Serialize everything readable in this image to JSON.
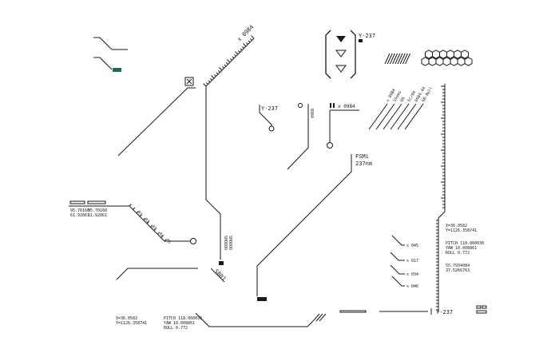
{
  "colors": {
    "ink": "#1a1a1a",
    "accent": "#1f6b5a",
    "background": "#ffffff"
  },
  "labels": {
    "coord_top": "x 0984",
    "y_top": "Y-237",
    "y_mid": "Y-237",
    "coord_mid": "x 0984",
    "fsm_line1": "FSMi",
    "fsm_line2": "237nm",
    "small_vertical": "0984",
    "ruler_vertical": "SHOOOO",
    "diagonal_row": [
      "x 0984",
      "15ems",
      "09",
      "5C/84",
      "0984.44",
      "60-Null"
    ],
    "left_coords": [
      {
        "a": "95.70160",
        "b": "95.70160"
      },
      {
        "a": "61.92861",
        "b": "61.92861"
      }
    ],
    "tick_numbers": [
      "01",
      "02",
      "03",
      "04",
      "05"
    ],
    "branch_labels": [
      "x 045",
      "x 017",
      "x 034",
      "x 046"
    ],
    "right_block": {
      "hdr1": "X=36.0582",
      "hdr2": "Y=1126.358741",
      "pitch": "PITCH  118.060036",
      "yaw": "YAW    10.008861",
      "roll": "ROLL   0.772",
      "lat": "55.7934084",
      "lon": "37.5266763"
    },
    "bottom_block": {
      "hdr1": "X=36.0582",
      "hdr2": "Y=1126.358741",
      "pitch": "PITCH  118.060036",
      "yaw": "YAW    10.008861",
      "roll": "ROLL   0.772"
    },
    "tag_box": "SB01",
    "bottom_right_y": "Y-237"
  },
  "icons": [
    "close-icon",
    "triangle-down-filled-icon",
    "triangle-down-outline-icon",
    "hexagon-grid-icon",
    "hatch-stripes-icon"
  ]
}
